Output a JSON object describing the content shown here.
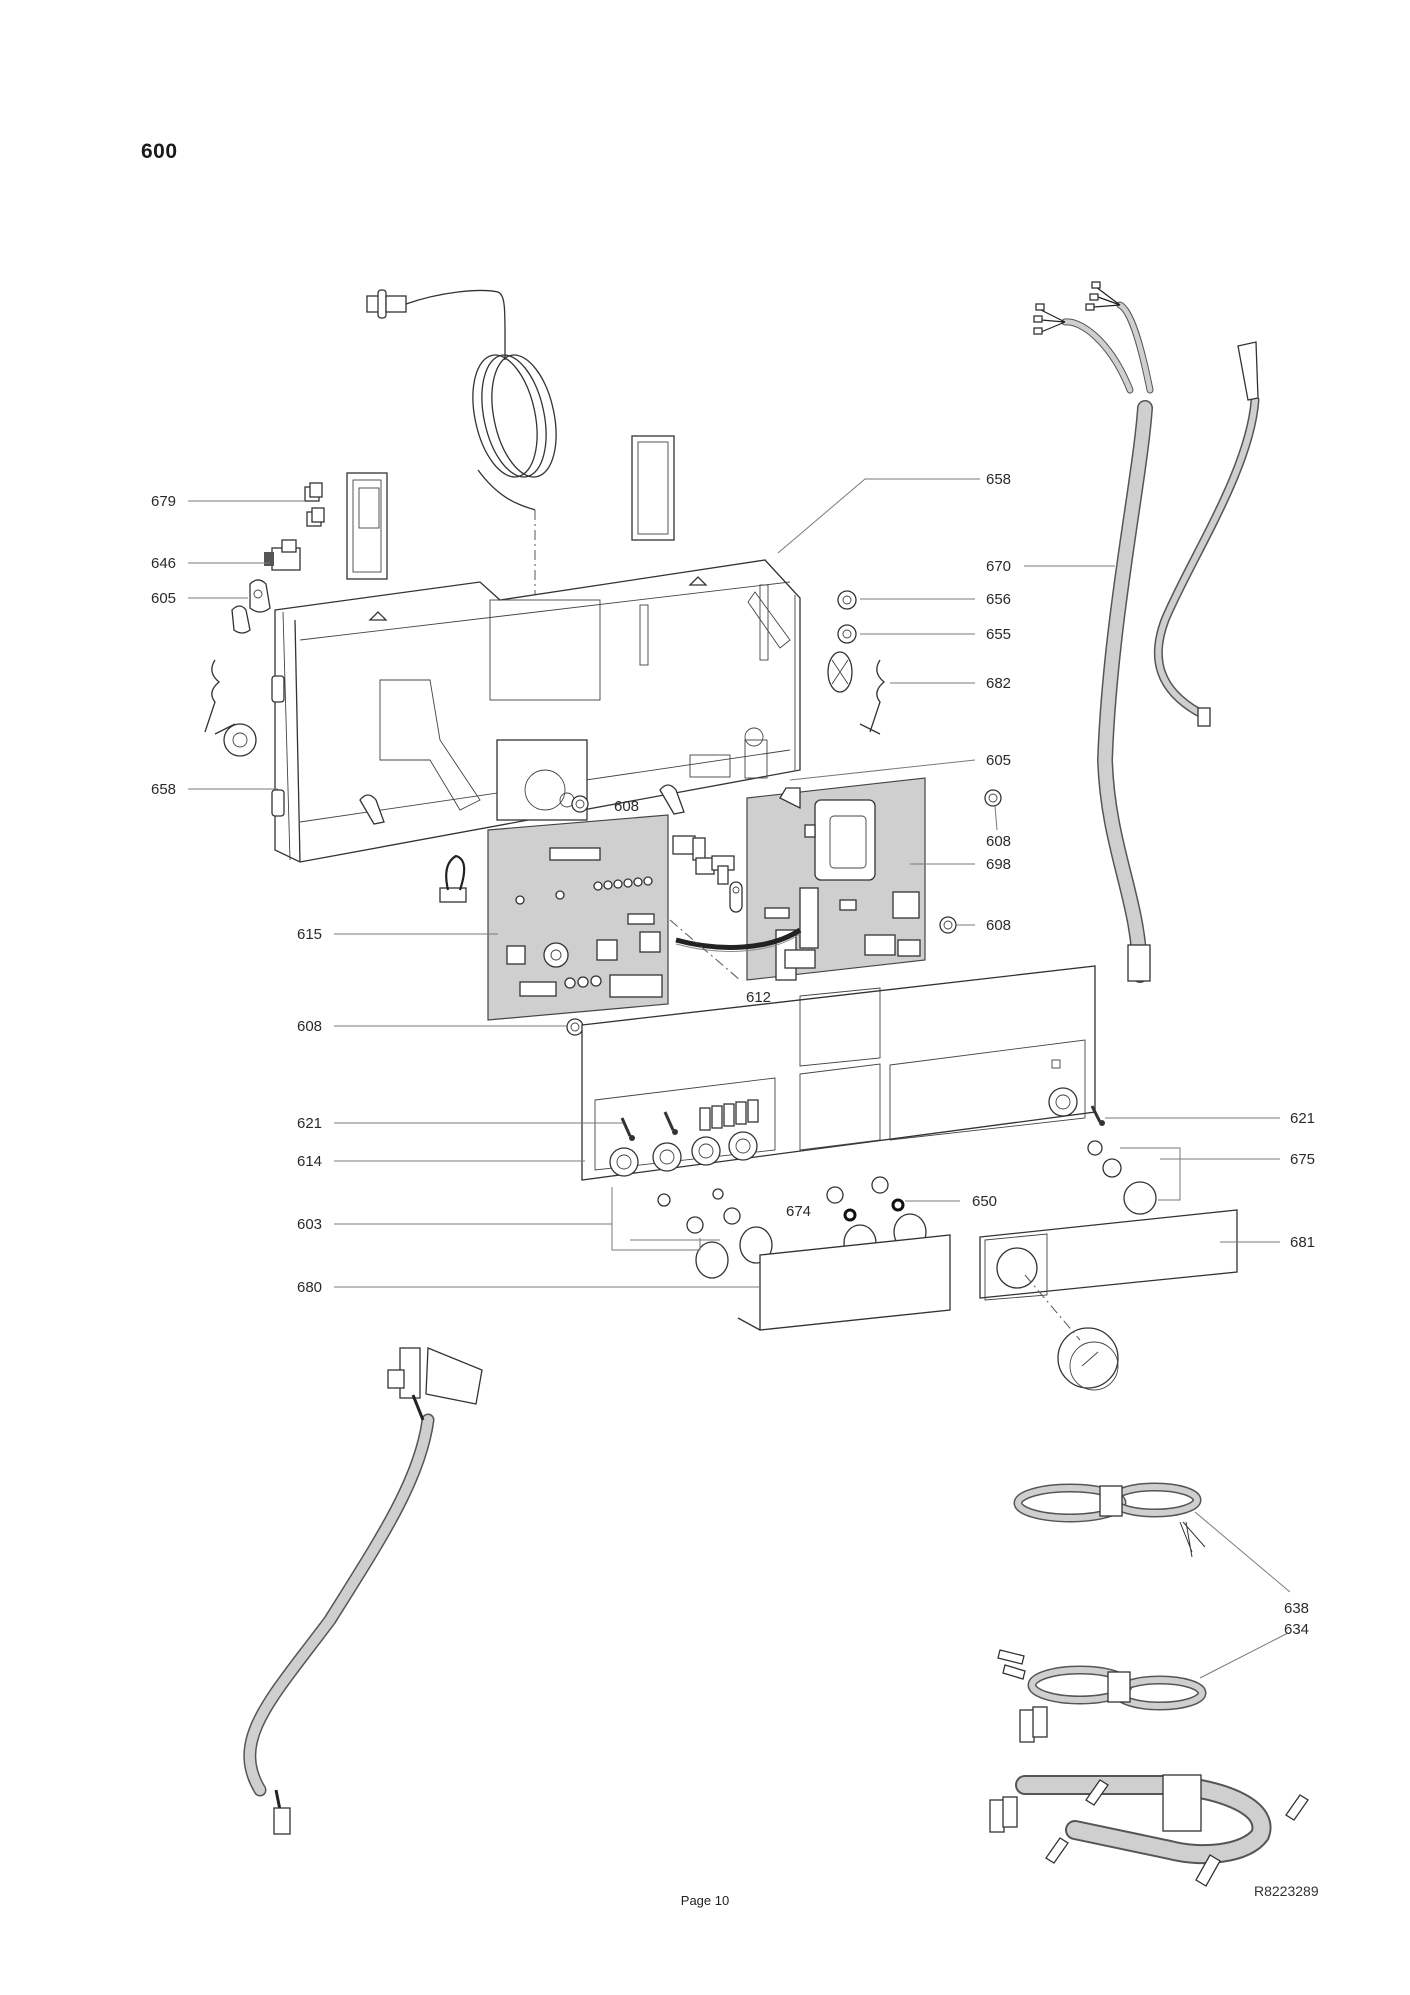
{
  "document": {
    "section_number": "600",
    "page_label": "Page 10",
    "drawing_reference": "R8223289"
  },
  "callouts": [
    {
      "id": "c679",
      "part": "679",
      "side": "left"
    },
    {
      "id": "c646",
      "part": "646",
      "side": "left"
    },
    {
      "id": "c605a",
      "part": "605",
      "side": "left"
    },
    {
      "id": "c658a",
      "part": "658",
      "side": "left"
    },
    {
      "id": "c615",
      "part": "615",
      "side": "left"
    },
    {
      "id": "c608a",
      "part": "608",
      "side": "left"
    },
    {
      "id": "c621a",
      "part": "621",
      "side": "left"
    },
    {
      "id": "c614",
      "part": "614",
      "side": "left"
    },
    {
      "id": "c603",
      "part": "603",
      "side": "left"
    },
    {
      "id": "c680",
      "part": "680",
      "side": "left"
    },
    {
      "id": "c658b",
      "part": "658",
      "side": "right"
    },
    {
      "id": "c670",
      "part": "670",
      "side": "right"
    },
    {
      "id": "c656",
      "part": "656",
      "side": "right"
    },
    {
      "id": "c655",
      "part": "655",
      "side": "right"
    },
    {
      "id": "c682",
      "part": "682",
      "side": "right"
    },
    {
      "id": "c605b",
      "part": "605",
      "side": "right"
    },
    {
      "id": "c608b",
      "part": "608",
      "side": "right"
    },
    {
      "id": "c698",
      "part": "698",
      "side": "right"
    },
    {
      "id": "c608c",
      "part": "608",
      "side": "right"
    },
    {
      "id": "c621b",
      "part": "621",
      "side": "right"
    },
    {
      "id": "c675",
      "part": "675",
      "side": "right"
    },
    {
      "id": "c681",
      "part": "681",
      "side": "right"
    },
    {
      "id": "c638",
      "part": "638",
      "side": "right"
    },
    {
      "id": "c634",
      "part": "634",
      "side": "right"
    },
    {
      "id": "c608d",
      "part": "608",
      "side": "inline"
    },
    {
      "id": "c612",
      "part": "612",
      "side": "inline"
    },
    {
      "id": "c674",
      "part": "674",
      "side": "inline"
    },
    {
      "id": "c650",
      "part": "650",
      "side": "inline"
    }
  ],
  "components": [
    "temperature-sensor-capillary",
    "control-box-housing",
    "main-control-pcb",
    "ignition-pcb",
    "interconnect-cable",
    "front-fascia-panel",
    "control-knobs",
    "pressure-gauge",
    "left-cover-flap",
    "right-cover-flap",
    "main-wiring-harness",
    "sensor-lead",
    "connector-lead",
    "coiled-cable-sets"
  ]
}
